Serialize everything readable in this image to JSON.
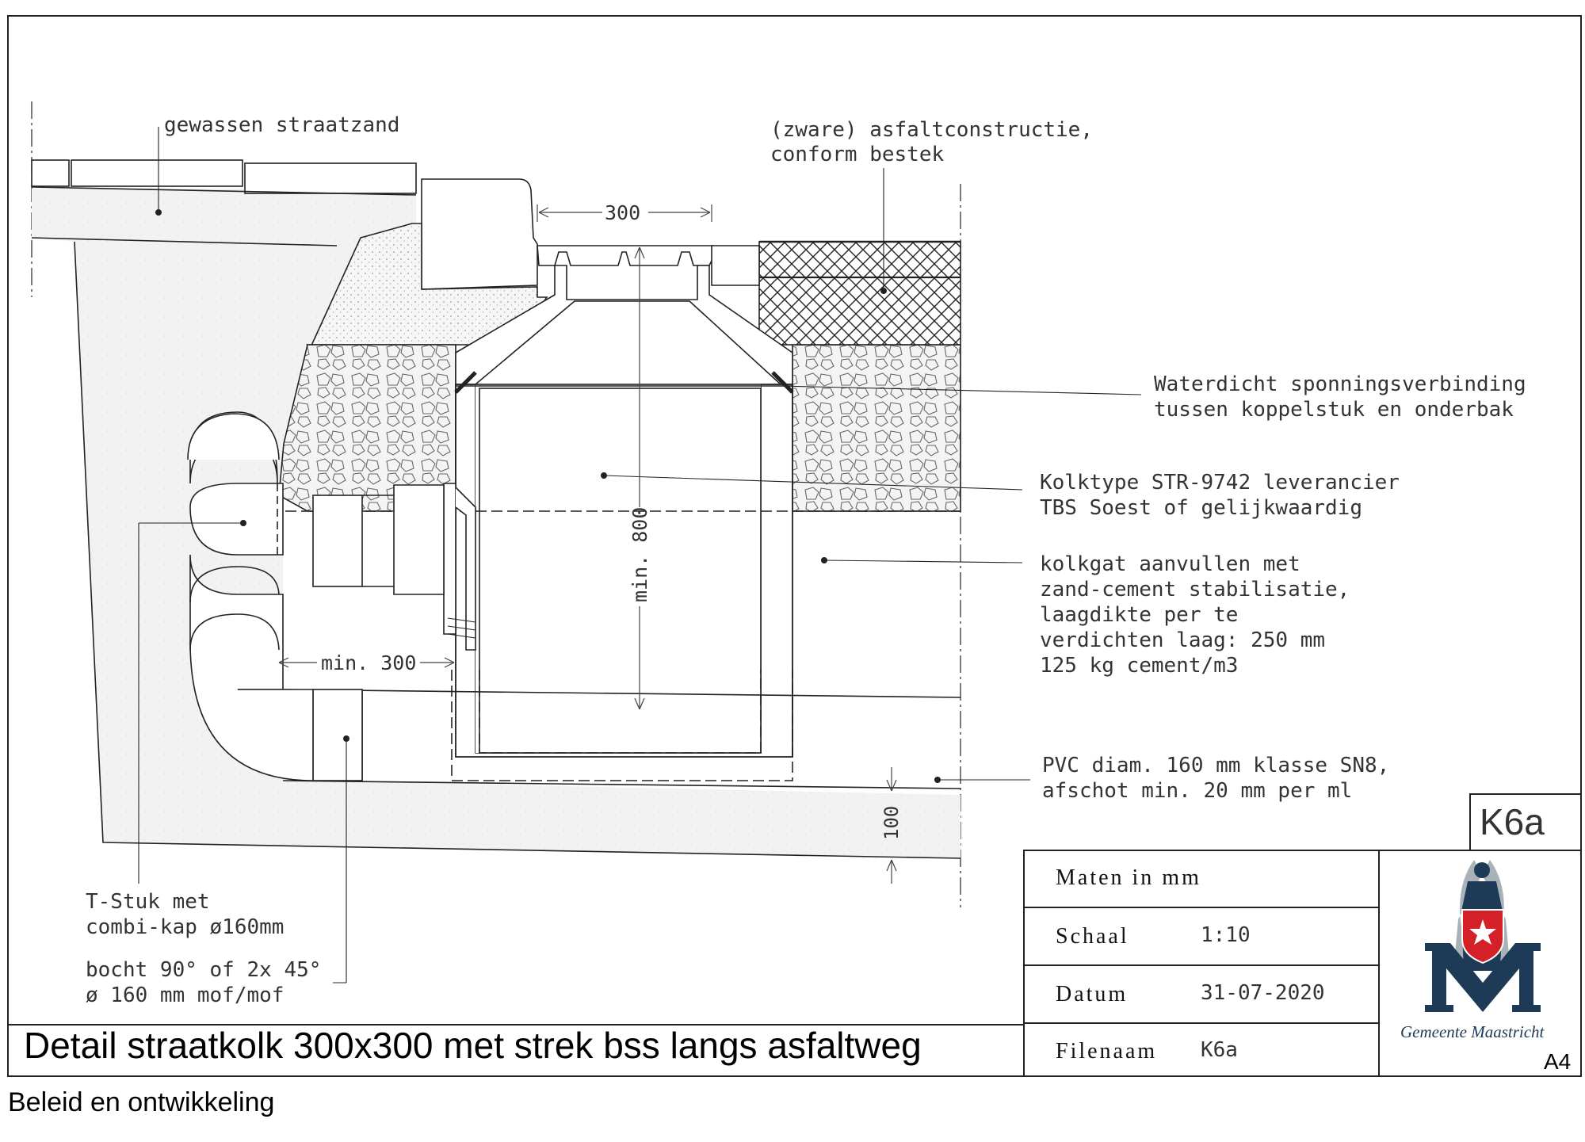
{
  "drawing": {
    "code": "K6a",
    "title": "Detail straatkolk 300x300 met strek bss langs asfaltweg",
    "department": "Beleid en ontwikkeling",
    "paper_size": "A4"
  },
  "labels": {
    "top_left": "gewassen straatzand",
    "top_right_1": "(zware) asfaltconstructie,",
    "top_right_2": "conform bestek",
    "waterdicht_1": "Waterdicht sponningsverbinding",
    "waterdicht_2": "tussen koppelstuk en onderbak",
    "kolktype_1": "Kolktype STR-9742 leverancier",
    "kolktype_2": "TBS Soest of gelijkwaardig",
    "kolkgat_1": "kolkgat aanvullen met",
    "kolkgat_2": "zand-cement stabilisatie,",
    "kolkgat_3": "laagdikte per te",
    "kolkgat_4": "verdichten laag: 250 mm",
    "kolkgat_5": "125 kg cement/m3",
    "pvc_1": "PVC diam. 160 mm klasse SN8,",
    "pvc_2": "afschot min. 20 mm per ml",
    "tstuk_1": "T-Stuk met",
    "tstuk_2": "combi-kap ø160mm",
    "bocht_1": "bocht 90° of 2x 45°",
    "bocht_2": "ø 160 mm mof/mof"
  },
  "dimensions": {
    "width_top": "300",
    "depth": "min. 800",
    "min_side": "min. 300",
    "bedding": "100"
  },
  "title_block": {
    "maten_label": "Maten in mm",
    "schaal_label": "Schaal",
    "schaal_value": "1:10",
    "datum_label": "Datum",
    "datum_value": "31-07-2020",
    "filenaam_label": "Filenaam",
    "filenaam_value": "K6a"
  },
  "logo": {
    "name": "Gemeente Maastricht",
    "colors": {
      "navy": "#1d3a57",
      "red": "#d42027",
      "grey": "#9aa4ad"
    }
  },
  "colors": {
    "line": "#222222",
    "fill": "#f3f3f3",
    "text": "#333333"
  }
}
